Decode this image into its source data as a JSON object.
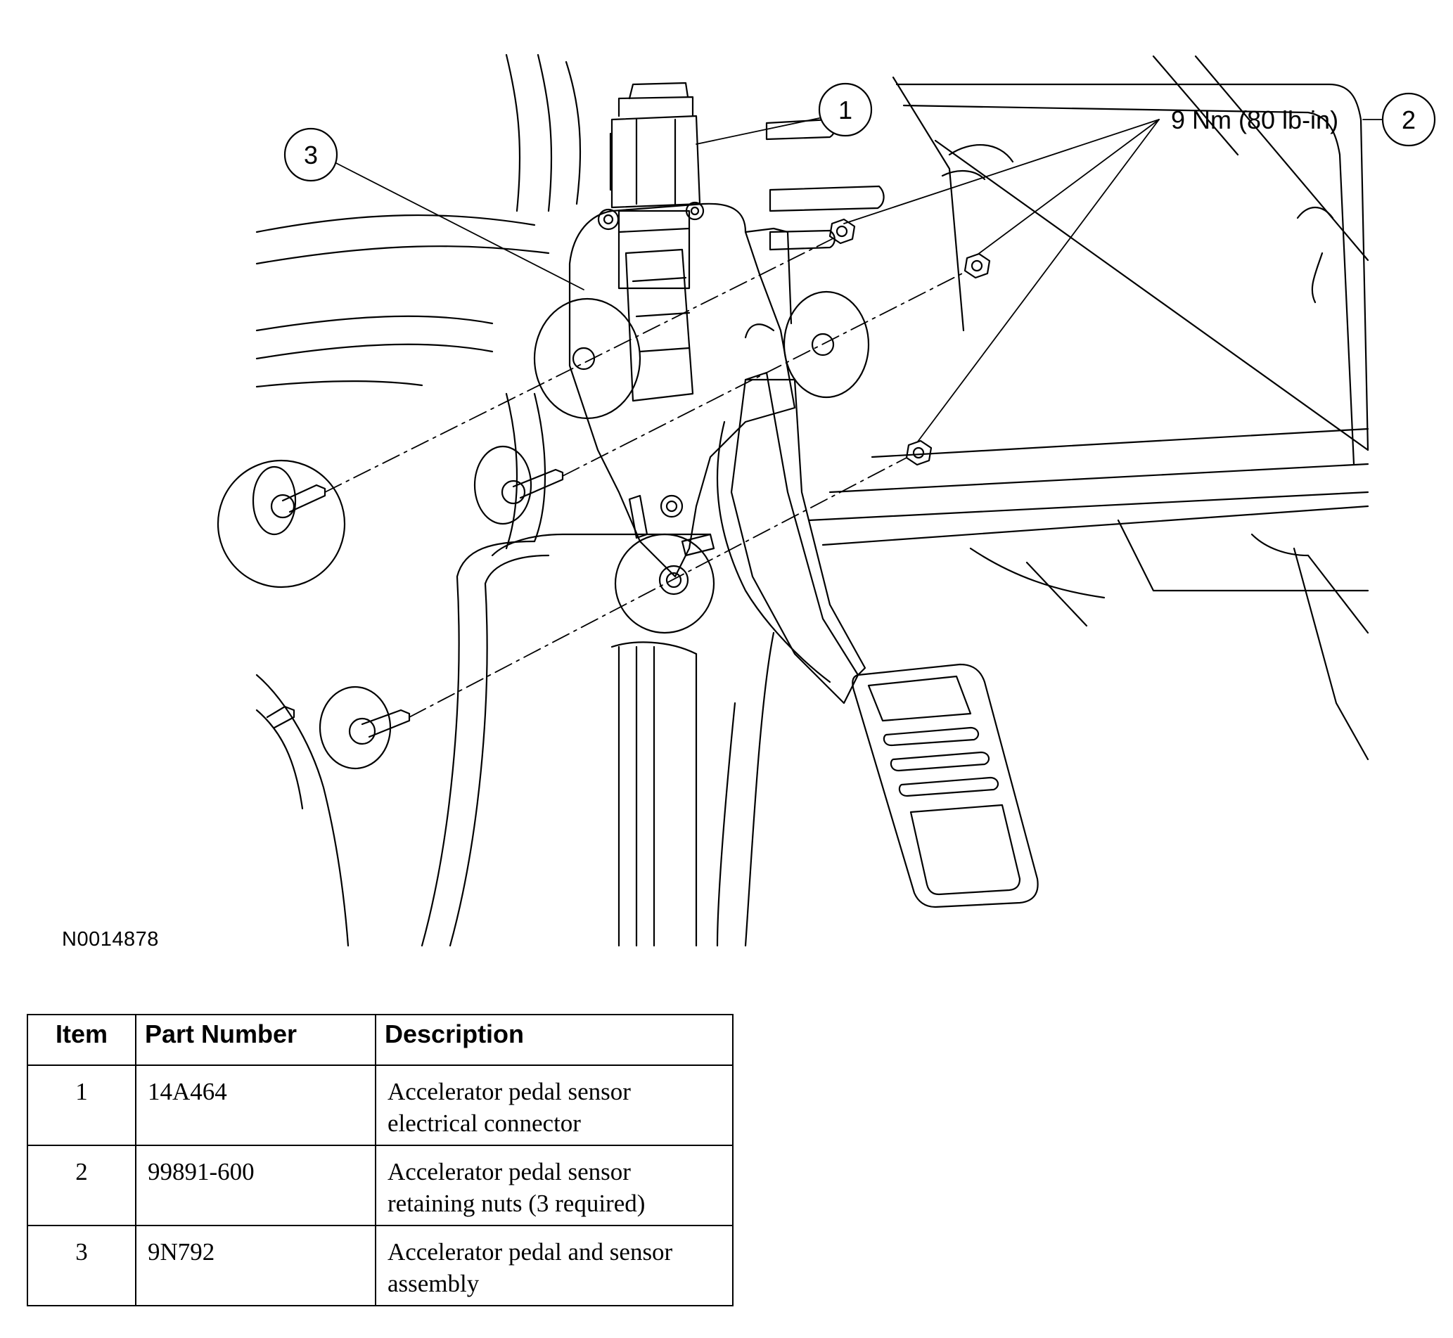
{
  "callouts": [
    {
      "label": "1"
    },
    {
      "label": "2"
    },
    {
      "label": "3"
    }
  ],
  "torque_spec": "9 Nm (80 lb-in)",
  "figure_id": "N0014878",
  "table": {
    "headers": {
      "item": "Item",
      "part_number": "Part Number",
      "description": "Description"
    },
    "rows": [
      {
        "item": "1",
        "part_number": "14A464",
        "description_lines": [
          "Accelerator pedal sensor",
          "electrical connector"
        ]
      },
      {
        "item": "2",
        "part_number": "99891-600",
        "description_lines": [
          "Accelerator pedal sensor",
          "retaining nuts (3 required)"
        ]
      },
      {
        "item": "3",
        "part_number": "9N792",
        "description_lines": [
          "Accelerator pedal and sensor",
          "assembly"
        ]
      }
    ]
  }
}
